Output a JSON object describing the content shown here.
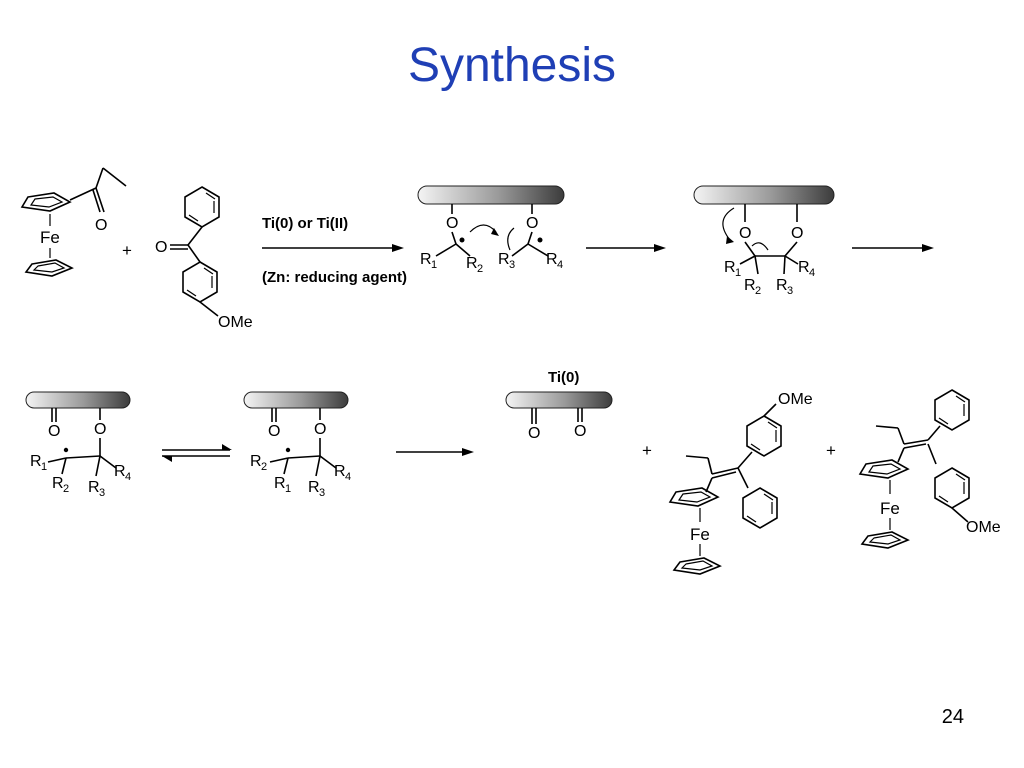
{
  "slide": {
    "title": "Synthesis",
    "page_number": "24"
  },
  "labels": {
    "fe": "Fe",
    "o": "O",
    "ome": "OMe",
    "plus": "+",
    "r": "R",
    "n1": "1",
    "n2": "2",
    "n3": "3",
    "n4": "4"
  },
  "conditions": {
    "reagent": "Ti(0) or Ti(II)",
    "reducing": "(Zn: reducing agent)",
    "ti0": "Ti(0)"
  },
  "colors": {
    "title": "#1f3fb5",
    "surface_dark": "#4a4a4a",
    "surface_light": "#f0f0f0"
  }
}
